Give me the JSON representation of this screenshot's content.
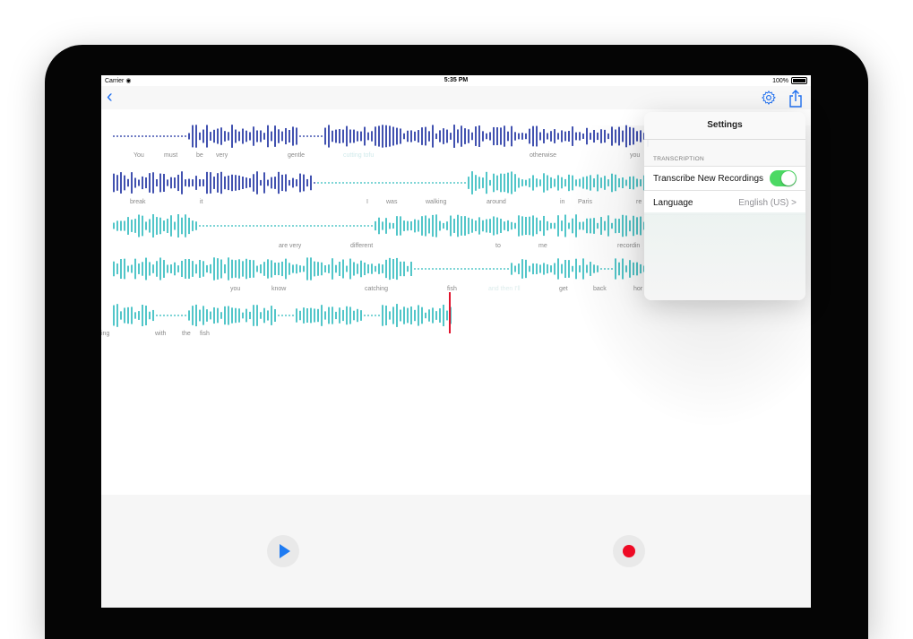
{
  "status_bar": {
    "carrier": "Carrier",
    "time": "5:35 PM",
    "battery": "100%"
  },
  "nav": {
    "back_icon": "chevron-left-icon",
    "settings_icon": "gear-icon",
    "share_icon": "share-icon"
  },
  "colors": {
    "accent": "#1e6ff0",
    "played_wave": "#2d3fa8",
    "unplayed_wave": "#3fc0c3",
    "playhead": "#e0142d",
    "record": "#ee0a24",
    "toggle_on": "#4cd964"
  },
  "transcript_rows": [
    {
      "words": [
        "You",
        "must",
        "be",
        "very",
        "gentle",
        "cutting tofu",
        "otherwise",
        "you"
      ]
    },
    {
      "words": [
        "break",
        "it",
        "I",
        "was",
        "walking",
        "around",
        "in",
        "Paris",
        "re"
      ]
    },
    {
      "words": [
        "are very",
        "different",
        "to",
        "me",
        "recordin"
      ]
    },
    {
      "words": [
        "you",
        "know",
        "catching",
        "fish",
        "and then I'll",
        "get",
        "back",
        "hor"
      ]
    },
    {
      "words": [
        "ing",
        "with",
        "the",
        "fish"
      ]
    }
  ],
  "controls": {
    "play_icon": "play-icon",
    "record_icon": "record-icon"
  },
  "settings": {
    "title": "Settings",
    "section_header": "TRANSCRIPTION",
    "transcribe_label": "Transcribe New Recordings",
    "transcribe_enabled": true,
    "language_label": "Language",
    "language_value": "English (US)",
    "chevron": ">"
  }
}
